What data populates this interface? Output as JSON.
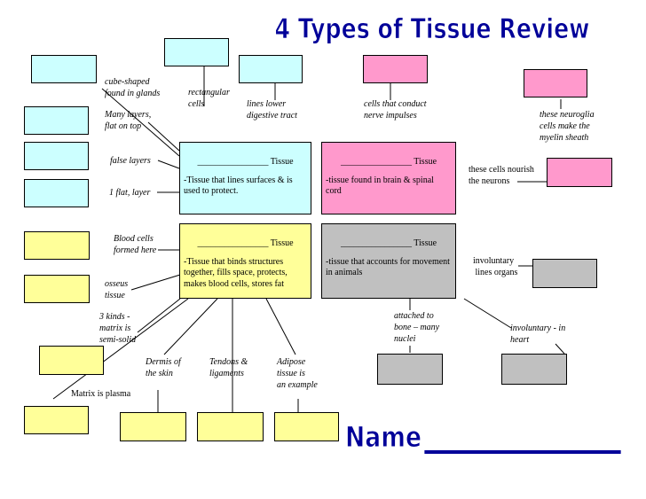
{
  "title": "4 Types of Tissue Review",
  "name_label": "Name",
  "name_blank": "___________",
  "colors": {
    "epithelial": "#ccffff",
    "nervous": "#ff99cc",
    "connective": "#ffff99",
    "muscle": "#c0c0c0",
    "title_fill": "#000099"
  },
  "tissues": {
    "epithelial": {
      "heading": "________________ Tissue",
      "description": "-Tissue that lines surfaces & is used to protect."
    },
    "nervous": {
      "heading": "________________ Tissue",
      "description": "-tissue found in brain & spinal cord"
    },
    "connective": {
      "heading": "________________ Tissue",
      "description": "-Tissue that binds structures together, fills space, protects, makes blood cells, stores fat"
    },
    "muscle": {
      "heading": "________________ Tissue",
      "description": "-tissue that accounts for movement in animals"
    }
  },
  "labels": {
    "cube_shaped": "cube-shaped\nfound in glands",
    "many_layers": "Many layers,\nflat on top",
    "false_layers": "false layers",
    "one_flat_layer": "1 flat, layer",
    "rectangular_cells": "rectangular\ncells",
    "lines_lower_digestive": "lines lower\ndigestive tract",
    "conduct_nerve": "cells that conduct\nnerve impulses",
    "neuroglia": "these neuroglia\ncells make the\nmyelin sheath",
    "nourish_neurons": "these cells nourish\nthe neurons",
    "blood_cells": "Blood cells\nformed here",
    "osseus_tissue": "osseus\ntissue",
    "three_kinds": "3 kinds -\nmatrix is\nsemi-solid",
    "matrix_plasma": "Matrix is plasma",
    "dermis": "Dermis of\nthe skin",
    "tendons": "Tendons &\nligaments",
    "adipose": "Adipose\ntissue is\nan example",
    "involuntary_organs": "involuntary\n lines organs",
    "attached_bone": "attached to\nbone – many\nnuclei",
    "involuntary_heart": "involuntary - in\nheart"
  }
}
